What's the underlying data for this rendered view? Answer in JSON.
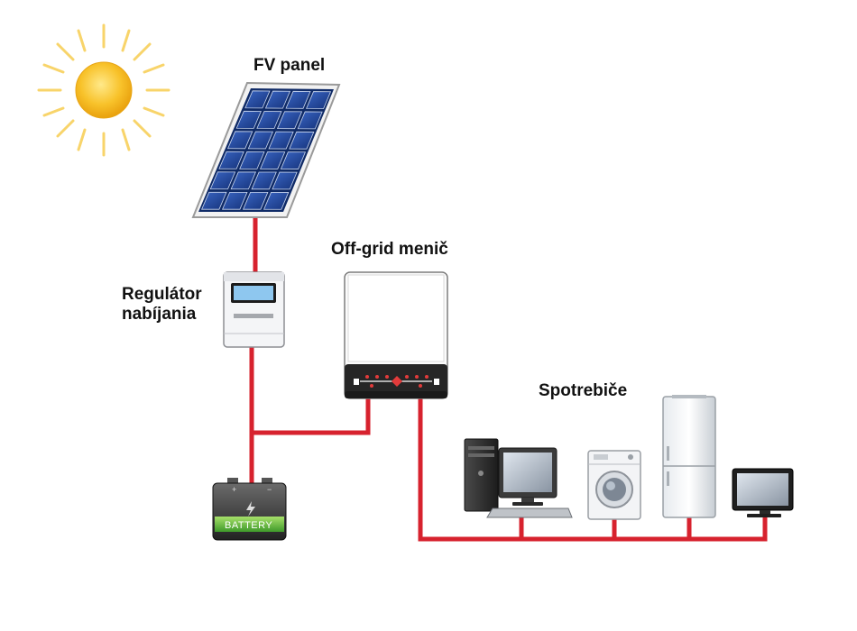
{
  "labels": {
    "fv_panel": "FV panel",
    "regulator_line1": "Regulátor",
    "regulator_line2": "nabíjania",
    "inverter": "Off-grid menič",
    "appliances": "Spotrebiče",
    "battery": "BATTERY"
  },
  "colors": {
    "wire": "#d7222e",
    "panel_cell": "#1e3f8f",
    "sun": "#f6b81c",
    "battery_bar": "#6cc03a"
  }
}
